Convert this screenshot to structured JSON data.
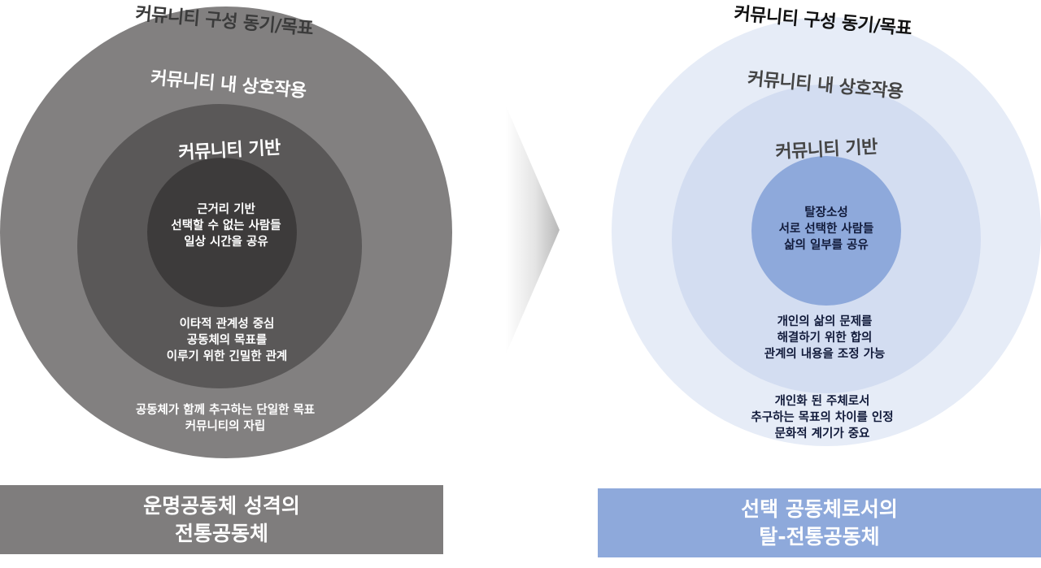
{
  "colors": {
    "left_outer": "#828080",
    "left_middle": "#5a5858",
    "left_inner": "#3d3b3b",
    "left_banner": "#7f7d7d",
    "right_outer": "#e6ecf7",
    "right_middle": "#d3ddf1",
    "right_inner": "#8ea9db",
    "right_banner": "#8ea9db",
    "arrow": "#d9d9d9"
  },
  "left": {
    "outer_title": "커뮤니티 구성 동기/목표",
    "middle_title": "커뮤니티 내 상호작용",
    "inner_title": "커뮤니티 기반",
    "core_lines": [
      "근거리 기반",
      "선택할 수 없는 사람들",
      "일상 시간을 공유"
    ],
    "middle_lines": [
      "이타적 관계성 중심",
      "공동체의 목표를",
      "이루기 위한 긴밀한 관계"
    ],
    "outer_lines": [
      "공동체가 함께 추구하는 단일한 목표",
      "커뮤니티의 자립"
    ],
    "banner_lines": [
      "운명공동체 성격의",
      "전통공동체"
    ]
  },
  "right": {
    "outer_title": "커뮤니티 구성 동기/목표",
    "middle_title": "커뮤니티 내 상호작용",
    "inner_title": "커뮤니티 기반",
    "core_lines": [
      "탈장소성",
      "서로 선택한 사람들",
      "삶의 일부를 공유"
    ],
    "middle_lines": [
      "개인의 삶의 문제를",
      "해결하기 위한 합의",
      "관계의 내용을 조정 가능"
    ],
    "outer_lines": [
      "개인화 된 주체로서",
      "추구하는 목표의 차이를 인정",
      "문화적 계기가 중요"
    ],
    "banner_lines": [
      "선택 공동체로서의",
      "탈-전통공동체"
    ]
  }
}
